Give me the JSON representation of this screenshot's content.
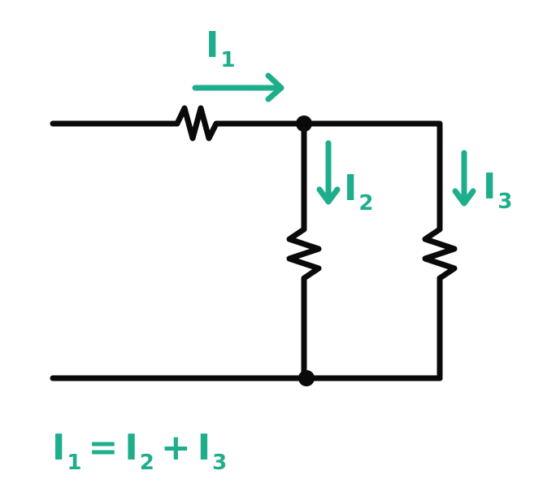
{
  "colors": {
    "wire": "#0a0a0a",
    "annotation": "#1fae8c",
    "background": "#ffffff"
  },
  "labels": {
    "i1": {
      "main": "I",
      "sub": "1"
    },
    "i2": {
      "main": "I",
      "sub": "2"
    },
    "i3": {
      "main": "I",
      "sub": "3"
    }
  },
  "equation": {
    "lhs": {
      "main": "I",
      "sub": "1"
    },
    "equals": "=",
    "term1": {
      "main": "I",
      "sub": "2"
    },
    "plus": "+",
    "term2": {
      "main": "I",
      "sub": "3"
    }
  }
}
